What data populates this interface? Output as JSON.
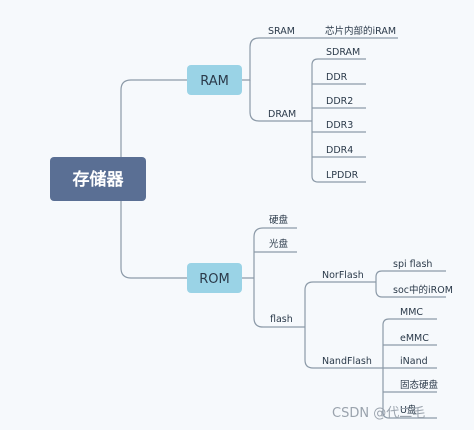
{
  "diagram": {
    "root": "存储器",
    "ram": {
      "label": "RAM",
      "sram": {
        "label": "SRAM",
        "child": "芯片内部的iRAM"
      },
      "dram": {
        "label": "DRAM",
        "children": [
          "SDRAM",
          "DDR",
          "DDR2",
          "DDR3",
          "DDR4",
          "LPDDR"
        ]
      }
    },
    "rom": {
      "label": "ROM",
      "hard_disk": "硬盘",
      "optical_disc": "光盘",
      "flash": {
        "label": "flash",
        "norflash": {
          "label": "NorFlash",
          "children": [
            "spi flash",
            "soc中的iROM"
          ]
        },
        "nandflash": {
          "label": "NandFlash",
          "children": [
            "MMC",
            "eMMC",
            "iNand",
            "固态硬盘",
            "U盘"
          ]
        }
      }
    }
  },
  "watermark": "CSDN @代二毛"
}
